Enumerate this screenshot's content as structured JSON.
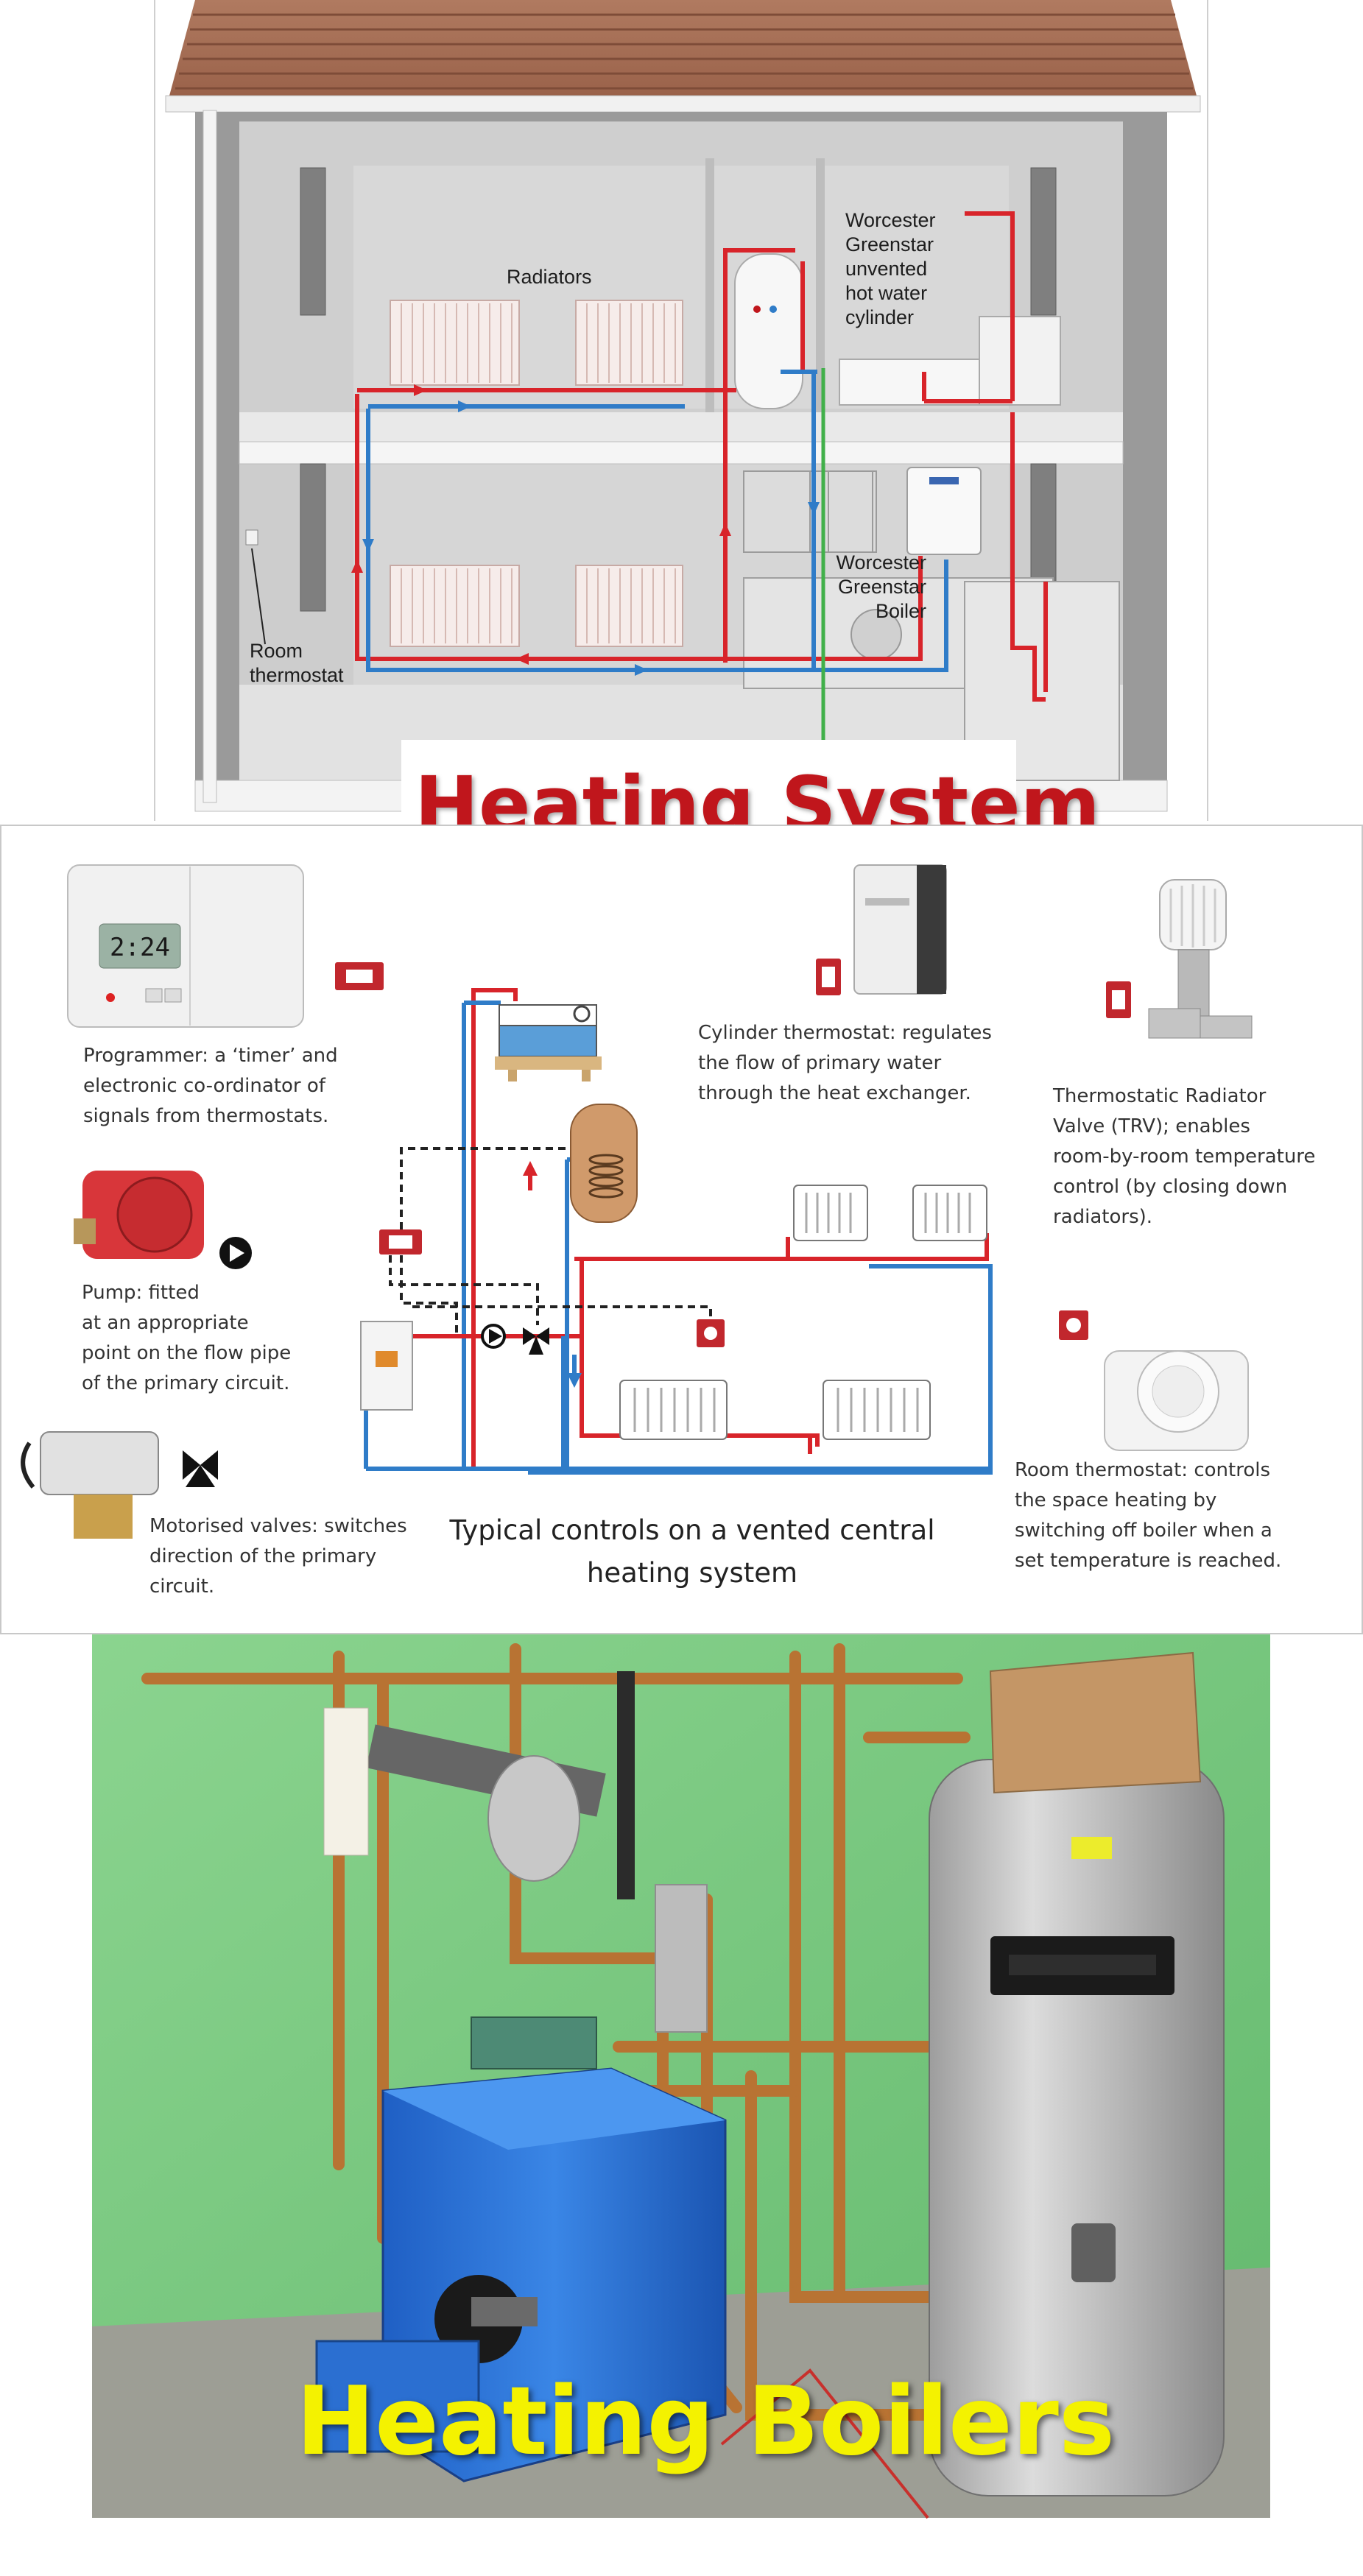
{
  "house": {
    "label_radiators": "Radiators",
    "label_cylinder": [
      "Worcester",
      "Greenstar",
      "unvented",
      "hot water",
      "cylinder"
    ],
    "label_boiler": [
      "Worcester",
      "Greenstar",
      "Boiler"
    ],
    "label_thermostat": [
      "Room",
      "thermostat"
    ]
  },
  "title_heating_system": "Heating System",
  "controls": {
    "programmer_display": "2:24",
    "programmer": [
      "Programmer: a ‘timer’ and",
      "electronic co-ordinator of",
      "signals from thermostats."
    ],
    "pump": [
      "Pump: fitted",
      "at an appropriate",
      "point on the flow pipe",
      "of the primary circuit."
    ],
    "valves": [
      "Motorised valves: switches",
      "direction of the primary",
      "circuit."
    ],
    "cylinder_thermostat": [
      "Cylinder thermostat: regulates",
      "the flow of primary water",
      "through the heat exchanger."
    ],
    "trv": [
      "Thermostatic Radiator",
      "Valve (TRV); enables",
      "room-by-room temperature",
      "control (by closing down",
      "radiators)."
    ],
    "room_thermostat": [
      "Room thermostat: controls",
      "the space heating by",
      "switching off boiler when a",
      "set temperature is reached."
    ],
    "caption": [
      "Typical controls on a vented central",
      "heating system"
    ]
  },
  "title_heating_boilers": "Heating Boilers",
  "colors": {
    "title_red": "#c0161c",
    "title_yellow": "#f4f200",
    "pipe_red": "#d8242a",
    "pipe_blue": "#2f7cc8",
    "wall_green": "#7fcc84",
    "boiler_blue": "#2a6fd1"
  }
}
